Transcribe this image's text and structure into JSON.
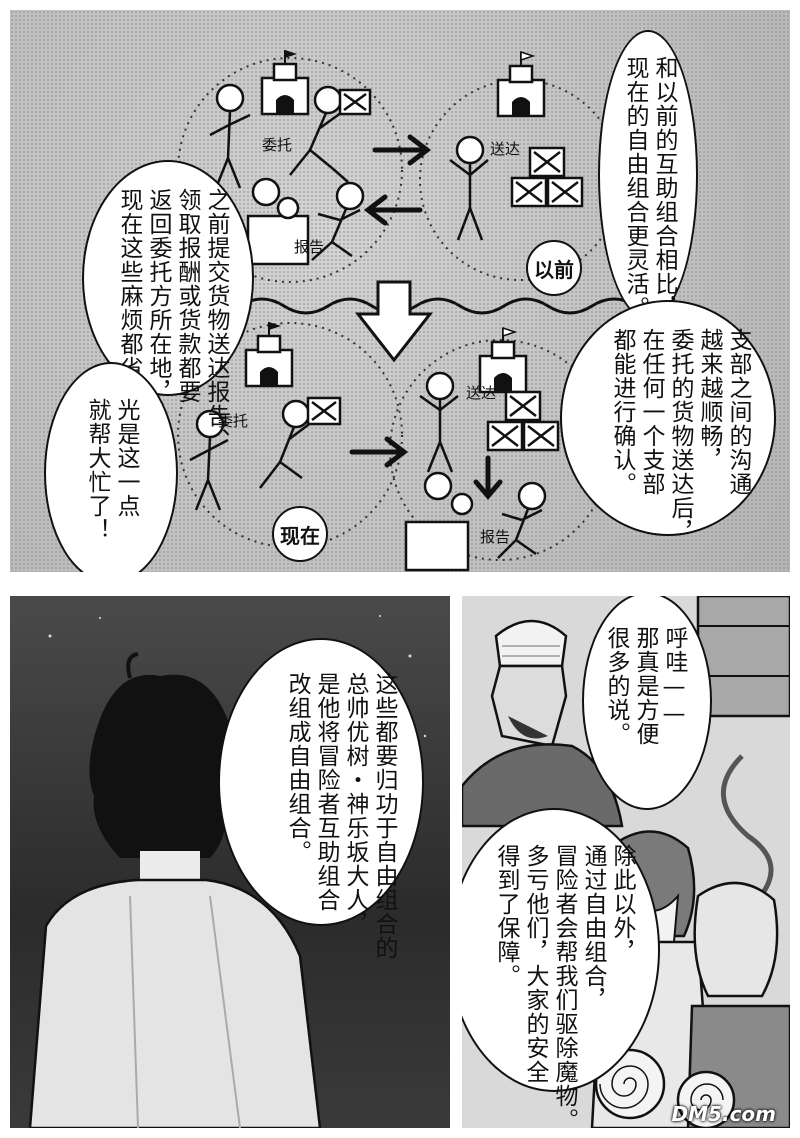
{
  "diagram": {
    "labels": {
      "commission_before": "委托",
      "deliver_before": "送达",
      "report_before": "报告",
      "commission_now": "委托",
      "deliver_now": "送达",
      "report_now": "报告"
    },
    "badges": {
      "before": "以前",
      "now": "现在"
    }
  },
  "bubbles": {
    "top_right_1": "和以前的互助组合相比，\n现在的自由组合更灵活。",
    "top_right_2": "支部之间的沟通\n越来越顺畅，\n委托的货物送达后，\n在任何一个支部\n都能进行确认。",
    "top_left_1": "之前提交货物送达报告、\n领取报酬或货款都要\n返回委托方所在地，\n现在这些麻烦都省了。",
    "top_left_2": "光是这一点\n就帮大忙了！",
    "bottom_left": "这些都要归功于自由组合的\n总帅优树・神乐坂大人，\n是他将冒险者互助组合\n改组成自由组合。",
    "bottom_right_1": "呼哇——\n那真是方便\n很多的说。",
    "bottom_right_2": "除此以外，\n通过自由组合，\n冒险者会帮我们驱除魔物。\n多亏他们，大家的安全\n得到了保障。"
  },
  "watermark": "DM5.com"
}
